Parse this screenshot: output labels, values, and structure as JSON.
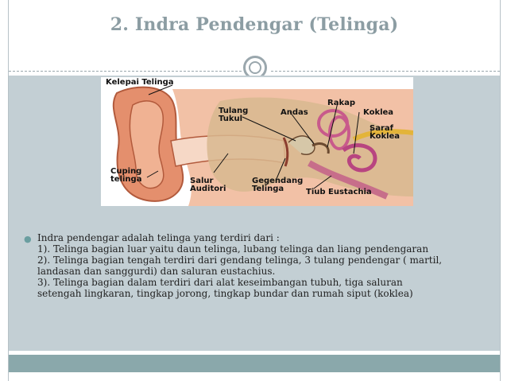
{
  "slide": {
    "title": "2. Indra Pendengar (Telinga)"
  },
  "diagram": {
    "labels": {
      "kelepai": "Kelepai Telinga",
      "tulang_tukul": "Tulang\nTukul",
      "andas": "Andas",
      "rakap": "Rakap",
      "koklea": "Koklea",
      "saraf_koklea": "Saraf\nKoklea",
      "cuping": "Cuping\ntelinga",
      "salur": "Salur\nAuditori",
      "gegendang": "Gegendang\nTelinga",
      "tiub": "Tiub Eustachia"
    }
  },
  "body": {
    "bullet_icon": "bullet-icon",
    "lines": [
      "Indra pendengar adalah telinga yang terdiri dari :",
      "1). Telinga bagian luar yaitu daun telinga, lubang telinga dan liang pendengaran",
      "2). Telinga bagian tengah terdiri dari gendang telinga, 3 tulang pendengar ( martil,",
      "landasan dan sanggurdi) dan saluran eustachius.",
      "3). Telinga bagian dalam terdiri dari alat keseimbangan tubuh, tiga saluran",
      "setengah lingkaran, tingkap jorong, tingkap bundar dan rumah siput (koklea)"
    ]
  },
  "colors": {
    "title": "#8c9da3",
    "content_bg": "#c3cfd4",
    "footer": "#8aa8ab"
  }
}
